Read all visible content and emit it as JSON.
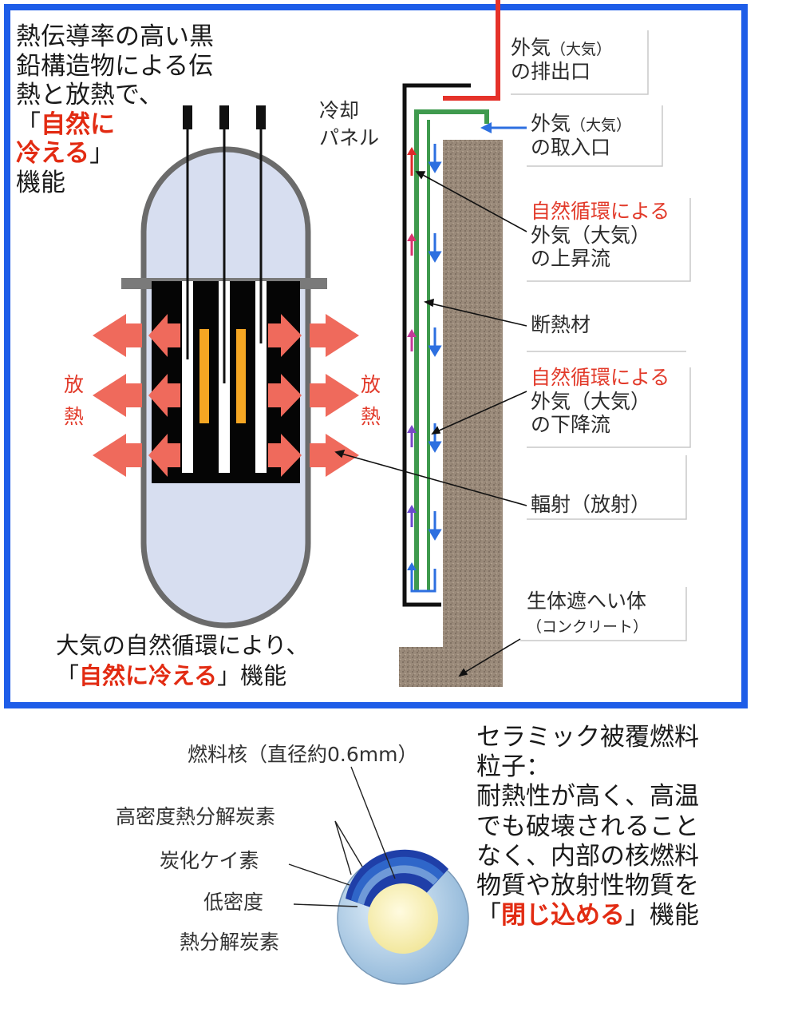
{
  "top_left_note": {
    "line1": "熱伝導率の高い黒",
    "line2": "鉛構造物による伝",
    "line3": "熱と放熱で、",
    "open_bracket": "「",
    "red1": "自然に",
    "red2": "冷える",
    "close_bracket": "」",
    "line6": "機能"
  },
  "vessel": {
    "left_label_1": "放",
    "left_label_2": "熱",
    "right_label_1": "放",
    "right_label_2": "熱"
  },
  "panel_label": {
    "line1": "冷却",
    "line2": "パネル"
  },
  "labels": {
    "exhaust_1": "外気",
    "exhaust_small": "（大気）",
    "exhaust_2": "の排出口",
    "intake_1": "外気",
    "intake_small": "（大気）",
    "intake_2": "の取入口",
    "rise_red": "自然循環による",
    "rise_1": "外気（大気）",
    "rise_2": "の上昇流",
    "insulation": "断熱材",
    "fall_red": "自然循環による",
    "fall_1": "外気（大気）",
    "fall_2": "の下降流",
    "radiation": "輻射（放射）",
    "shield_1": "生体遮へい体",
    "shield_2": "（コンクリート）"
  },
  "bottom_note": {
    "line1": "大気の自然循環により、",
    "open_bracket": "「",
    "red": "自然に冷える",
    "close_bracket": "」",
    "tail": "機能"
  },
  "particle": {
    "kernel": "燃料核（直径約0.6mm）",
    "high_density": "高密度熱分解炭素",
    "sic": "炭化ケイ素",
    "low_density_1": "低密度",
    "low_density_2": "熱分解炭素"
  },
  "particle_note": {
    "line1": "セラミック被覆燃料",
    "line2": "粒子：",
    "line3": "耐熱性が高く、高温",
    "line4": "でも破壊されること",
    "line5": "なく、内部の核燃料",
    "line6": "物質や放射性物質を",
    "open_bracket": "「",
    "red": "閉じ込める",
    "close_bracket": "」",
    "tail": "機能"
  },
  "colors": {
    "frame_blue": "#1e5de8",
    "accent_red": "#e22b12",
    "arrow_salmon": "#ef6a5c",
    "vessel_fill": "#d7def0",
    "insulation_green": "#3f9a4e",
    "concrete": "#8a7a6a"
  }
}
